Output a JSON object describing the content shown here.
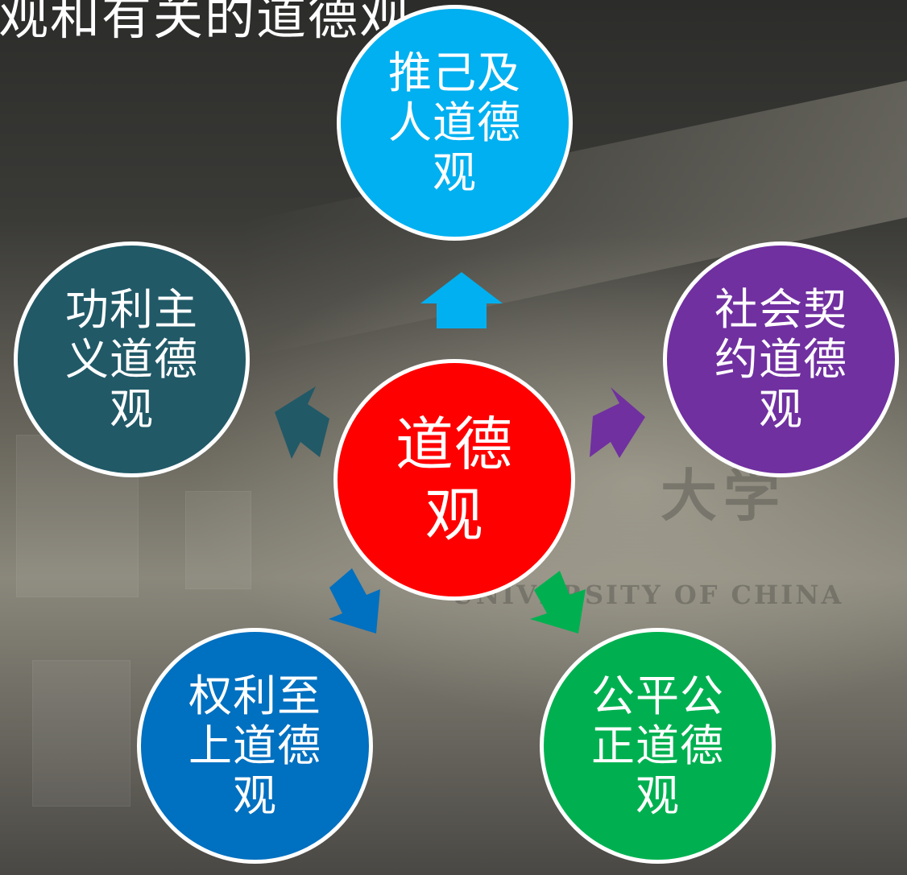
{
  "title": "观和有关的道德观",
  "background_text": {
    "campus_name": "大学",
    "english": "UNIVERSITY OF CHINA"
  },
  "center": {
    "label": "道德\n观",
    "color": "#FF0000"
  },
  "nodes": [
    {
      "id": "top",
      "label": "推己及\n人道德\n观",
      "color": "#00B0F0"
    },
    {
      "id": "right",
      "label": "社会契\n约道德\n观",
      "color": "#7030A0"
    },
    {
      "id": "bottom-right",
      "label": "公平公\n正道德\n观",
      "color": "#00B050"
    },
    {
      "id": "bottom-left",
      "label": "权利至\n上道德\n观",
      "color": "#0070C0"
    },
    {
      "id": "left",
      "label": "功利主\n义道德\n观",
      "color": "#215967"
    }
  ]
}
